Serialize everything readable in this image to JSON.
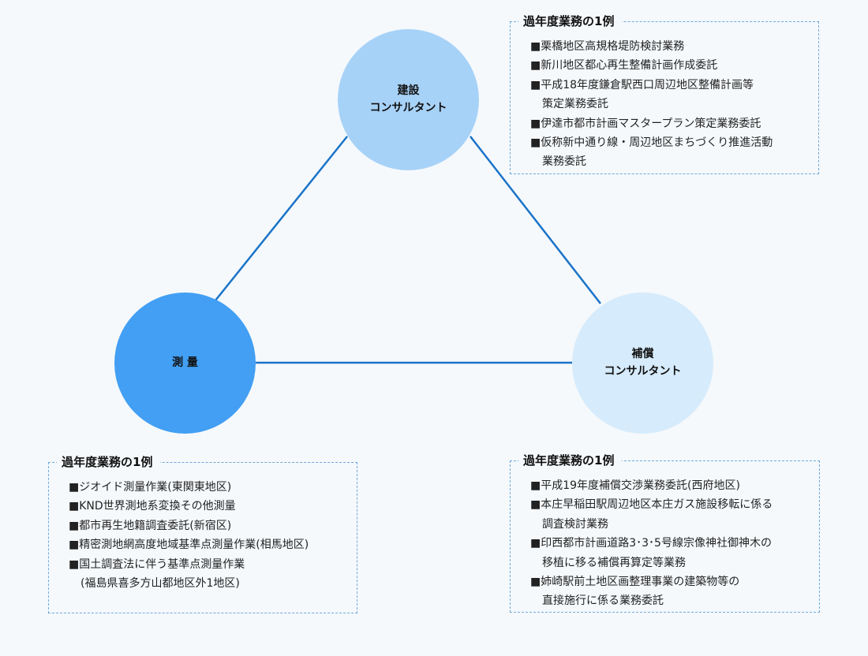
{
  "nodes": {
    "construction": {
      "line1": "建設",
      "line2": "コンサルタント"
    },
    "survey": {
      "line1": "測 量"
    },
    "compensation": {
      "line1": "補償",
      "line2": "コンサルタント"
    }
  },
  "colors": {
    "construction": "#a7d2f8",
    "survey": "#429ff3",
    "compensation": "#d6ebfb",
    "connector": "#1a73c8",
    "box_border": "#6fa8d8"
  },
  "boxes": {
    "construction": {
      "title": "過年度業務の1例",
      "items": [
        {
          "text": "■栗橋地区高規格堤防検討業務"
        },
        {
          "text": "■新川地区都心再生整備計画作成委託"
        },
        {
          "text": "■平成18年度鎌倉駅西口周辺地区整備計画等",
          "cont": "策定業務委託"
        },
        {
          "text": "■伊達市都市計画マスタープラン策定業務委託"
        },
        {
          "text": "■仮称新中通り線・周辺地区まちづくり推進活動",
          "cont": "業務委託"
        }
      ]
    },
    "survey": {
      "title": "過年度業務の1例",
      "items": [
        {
          "text": "■ジオイド測量作業(東関東地区)"
        },
        {
          "text": "■KND世界測地系変換その他測量"
        },
        {
          "text": "■都市再生地籍調査委託(新宿区)"
        },
        {
          "text": "■精密測地網高度地域基準点測量作業(相馬地区)"
        },
        {
          "text": "■国土調査法に伴う基準点測量作業",
          "cont": "(福島県喜多方山都地区外1地区)"
        }
      ]
    },
    "compensation": {
      "title": "過年度業務の1例",
      "items": [
        {
          "text": "■平成19年度補償交渉業務委託(西府地区)"
        },
        {
          "text": "■本庄早稲田駅周辺地区本庄ガス施設移転に係る",
          "cont": "調査検討業務"
        },
        {
          "text": "■印西都市計画道路3･3･5号線宗像神社御神木の",
          "cont": "移植に移る補償再算定等業務"
        },
        {
          "text": "■姉崎駅前土地区画整理事業の建築物等の",
          "cont": "直接施行に係る業務委託"
        }
      ]
    }
  }
}
